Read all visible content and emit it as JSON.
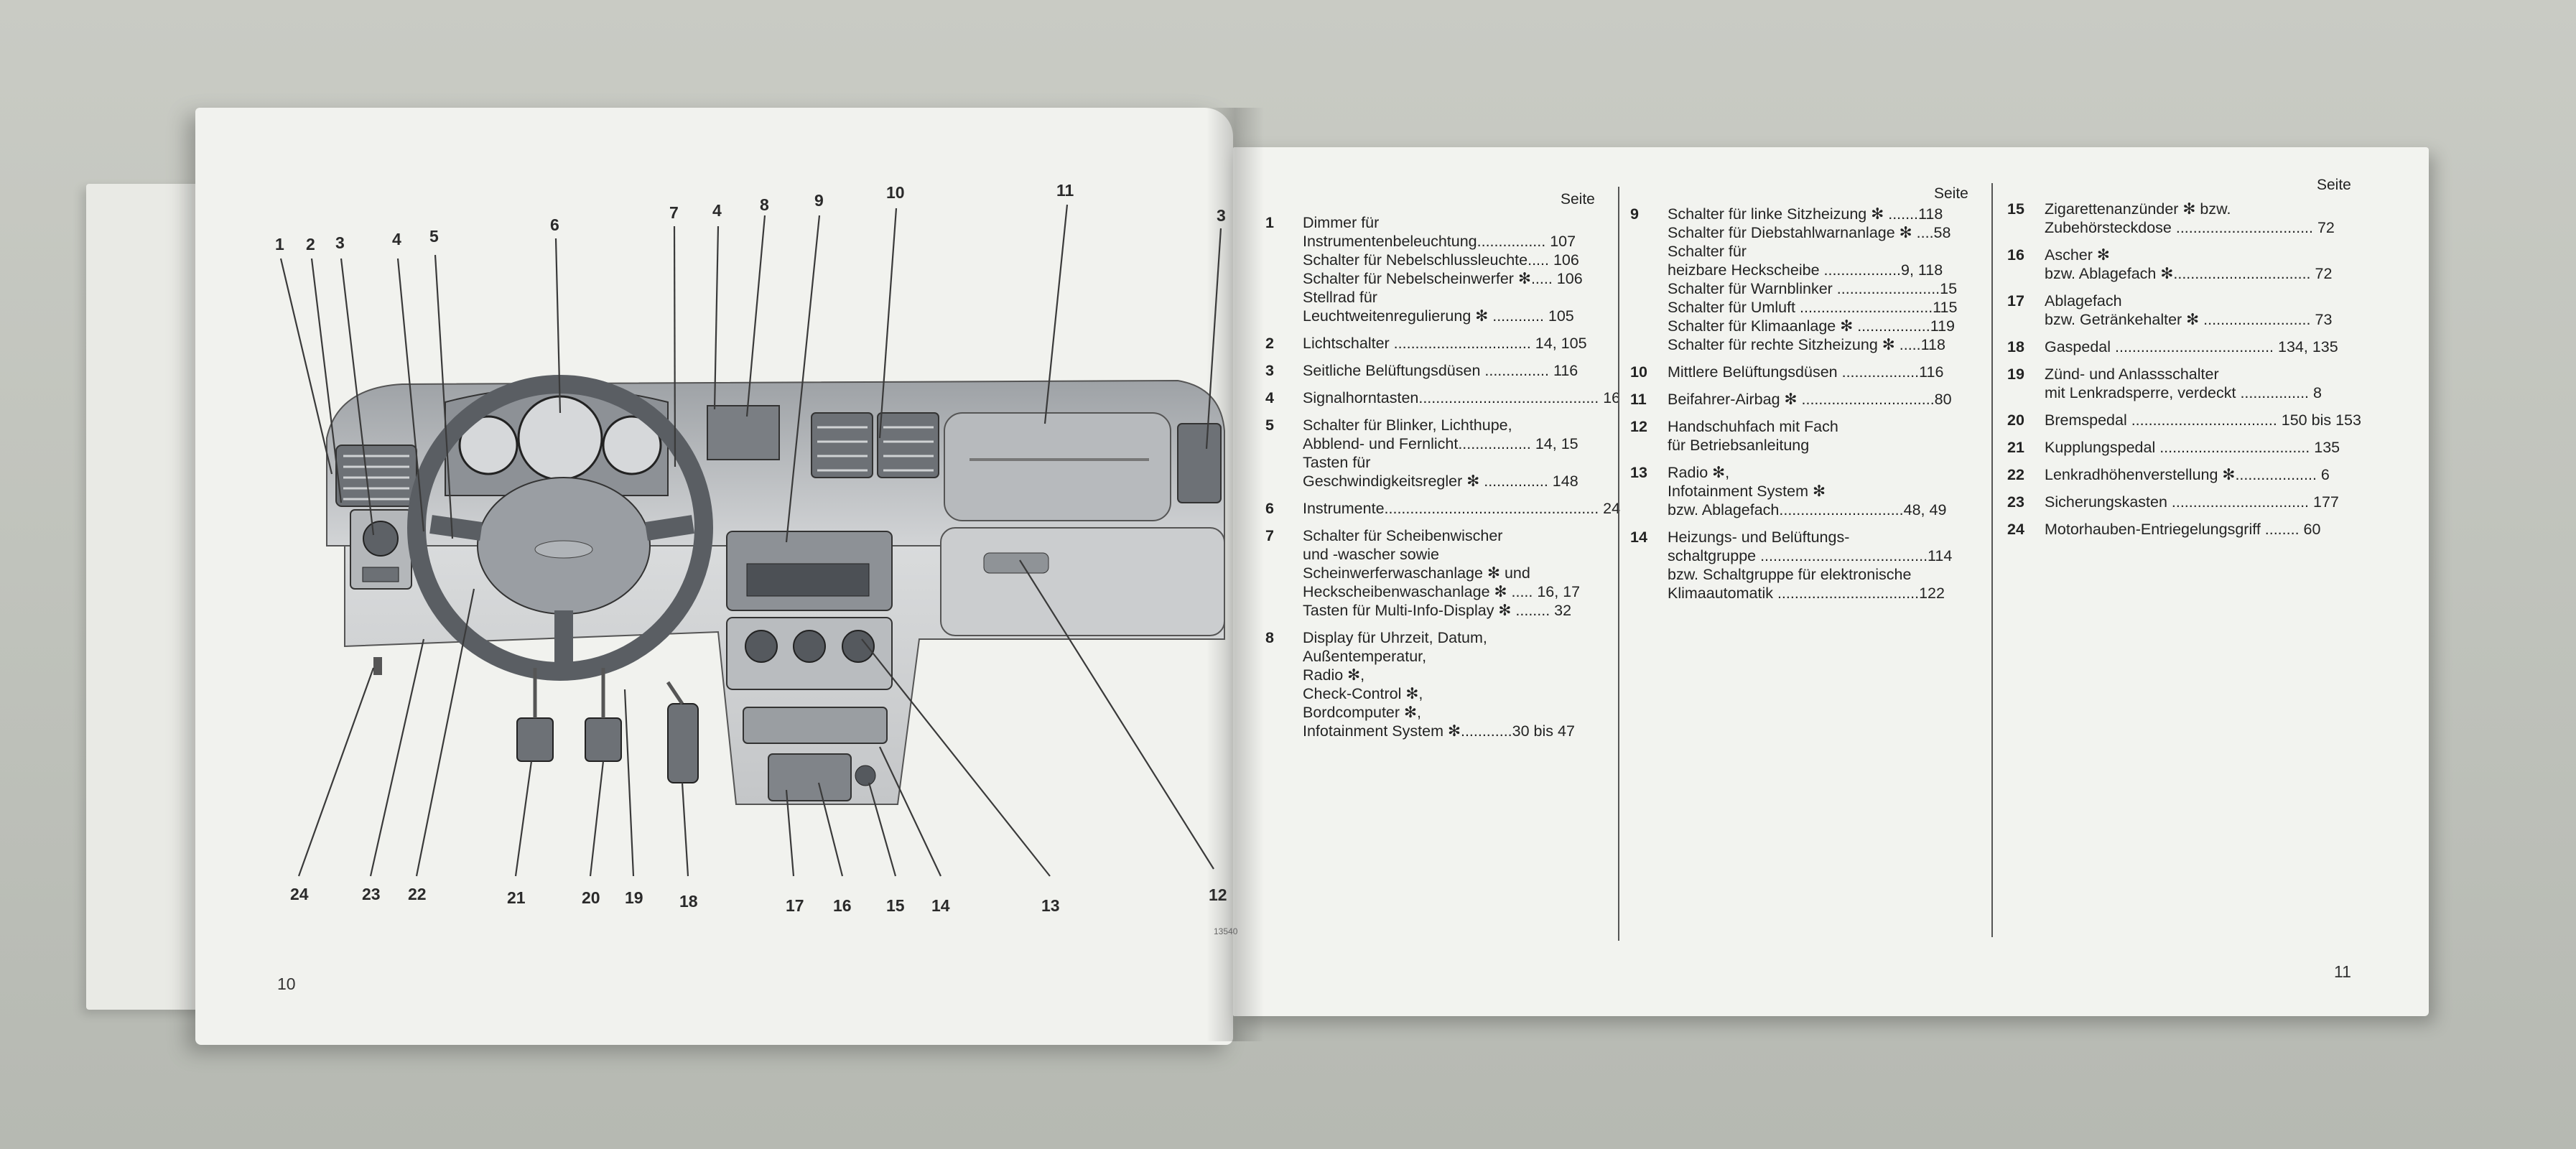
{
  "left_page": {
    "page_number": "10",
    "image_code": "13540",
    "callouts_top": [
      "1",
      "2",
      "3",
      "4",
      "5",
      "6",
      "7",
      "4",
      "8",
      "9",
      "10",
      "11",
      "3"
    ],
    "callouts_bottom": [
      "24",
      "23",
      "22",
      "21",
      "20",
      "19",
      "18",
      "17",
      "16",
      "15",
      "14",
      "13",
      "12"
    ]
  },
  "right_page": {
    "page_number": "11",
    "seite_label": "Seite",
    "columns": [
      [
        {
          "num": "1",
          "lines": [
            "Dimmer für",
            "Instrumentenbeleuchtung................ 107",
            "Schalter für Nebelschlussleuchte..... 106",
            "Schalter für Nebelscheinwerfer ✻..... 106",
            "Stellrad für",
            "Leuchtweitenregulierung ✻ ............ 105"
          ]
        },
        {
          "num": "2",
          "lines": [
            "Lichtschalter ................................ 14, 105"
          ]
        },
        {
          "num": "3",
          "lines": [
            "Seitliche Belüftungsdüsen ............... 116"
          ]
        },
        {
          "num": "4",
          "lines": [
            "Signalhorntasten.......................................... 16"
          ]
        },
        {
          "num": "5",
          "lines": [
            "Schalter für Blinker, Lichthupe,",
            "Abblend- und Fernlicht................. 14, 15",
            "Tasten für",
            "Geschwindigkeitsregler ✻ ............... 148"
          ]
        },
        {
          "num": "6",
          "lines": [
            "Instrumente.................................................. 24"
          ]
        },
        {
          "num": "7",
          "lines": [
            "Schalter für Scheibenwischer",
            "und -wascher sowie",
            "Scheinwerferwaschanlage ✻ und",
            "Heckscheibenwaschanlage ✻ ..... 16, 17",
            "Tasten für Multi-Info-Display ✻ ........ 32"
          ]
        },
        {
          "num": "8",
          "lines": [
            "Display für Uhrzeit, Datum,",
            "Außentemperatur,",
            "Radio ✻,",
            "Check-Control ✻,",
            "Bordcomputer ✻,",
            "Infotainment System ✻............30 bis 47"
          ]
        }
      ],
      [
        {
          "num": "9",
          "lines": [
            "Schalter für linke Sitzheizung ✻ .......118",
            "Schalter für Diebstahlwarnanlage ✻ ....58",
            "Schalter für",
            "heizbare Heckscheibe ..................9, 118",
            "Schalter für Warnblinker ........................15",
            "Schalter für Umluft ...............................115",
            "Schalter für Klimaanlage ✻ .................119",
            "Schalter für rechte Sitzheizung ✻ .....118"
          ]
        },
        {
          "num": "10",
          "lines": [
            "Mittlere Belüftungsdüsen ..................116"
          ]
        },
        {
          "num": "11",
          "lines": [
            "Beifahrer-Airbag ✻ ...............................80"
          ]
        },
        {
          "num": "12",
          "lines": [
            "Handschuhfach mit Fach",
            "für Betriebsanleitung"
          ]
        },
        {
          "num": "13",
          "lines": [
            "Radio ✻,",
            "Infotainment System ✻",
            "bzw. Ablagefach.............................48, 49"
          ]
        },
        {
          "num": "14",
          "lines": [
            "Heizungs- und Belüftungs-",
            "schaltgruppe .......................................114",
            "bzw. Schaltgruppe für elektronische",
            "Klimaautomatik .................................122"
          ]
        }
      ],
      [
        {
          "num": "15",
          "lines": [
            "Zigarettenanzünder ✻ bzw.",
            "Zubehörsteckdose ................................ 72"
          ]
        },
        {
          "num": "16",
          "lines": [
            "Ascher ✻",
            "bzw. Ablagefach ✻................................ 72"
          ]
        },
        {
          "num": "17",
          "lines": [
            "Ablagefach",
            "bzw. Getränkehalter ✻ ......................... 73"
          ]
        },
        {
          "num": "18",
          "lines": [
            "Gaspedal ..................................... 134, 135"
          ]
        },
        {
          "num": "19",
          "lines": [
            "Zünd- und Anlassschalter",
            "mit Lenkradsperre, verdeckt ................ 8"
          ]
        },
        {
          "num": "20",
          "lines": [
            "Bremspedal .................................. 150 bis 153"
          ]
        },
        {
          "num": "21",
          "lines": [
            "Kupplungspedal ................................... 135"
          ]
        },
        {
          "num": "22",
          "lines": [
            "Lenkradhöhenverstellung ✻................... 6"
          ]
        },
        {
          "num": "23",
          "lines": [
            "Sicherungskasten ................................ 177"
          ]
        },
        {
          "num": "24",
          "lines": [
            "Motorhauben-Entriegelungsgriff ........ 60"
          ]
        }
      ]
    ]
  }
}
